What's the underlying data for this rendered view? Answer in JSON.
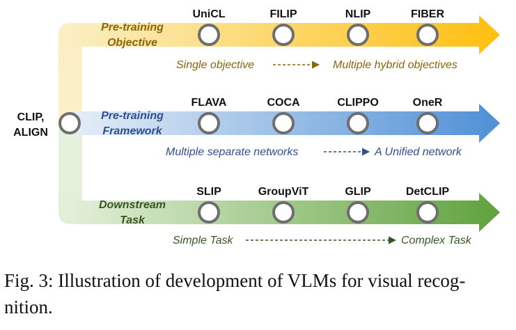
{
  "origin": {
    "line1": "CLIP,",
    "line2": "ALIGN"
  },
  "branches": [
    {
      "key": "objective",
      "label_lines": [
        "Pre-training",
        "Objective"
      ],
      "label_color": "#8a6508",
      "nodes": [
        "UniCL",
        "FILIP",
        "NLIP",
        "FIBER"
      ],
      "trend_from": "Single objective",
      "trend_to": "Multiple hybrid objectives",
      "trend_color": "#8a6508",
      "gradient_start": "#fbeec2",
      "gradient_end": "#ffbf10"
    },
    {
      "key": "framework",
      "label_lines": [
        "Pre-training",
        "Framework"
      ],
      "label_color": "#2f4f8f",
      "nodes": [
        "FLAVA",
        "COCA",
        "CLIPPO",
        "OneR"
      ],
      "trend_from": "Multiple separate networks",
      "trend_to": "A Unified network",
      "trend_color": "#2f4f8f",
      "gradient_start": "#e6eef8",
      "gradient_end": "#4f8fd6"
    },
    {
      "key": "downstream",
      "label_lines": [
        "Downstream",
        "Task"
      ],
      "label_color": "#375623",
      "nodes": [
        "SLIP",
        "GroupViT",
        "GLIP",
        "DetCLIP"
      ],
      "trend_from": "Simple Task",
      "trend_to": "Complex Task",
      "trend_color": "#375623",
      "gradient_start": "#e3efd9",
      "gradient_end": "#5fa23c"
    }
  ],
  "caption": "Fig. 3: Illustration of development of VLMs for visual recog-nition."
}
